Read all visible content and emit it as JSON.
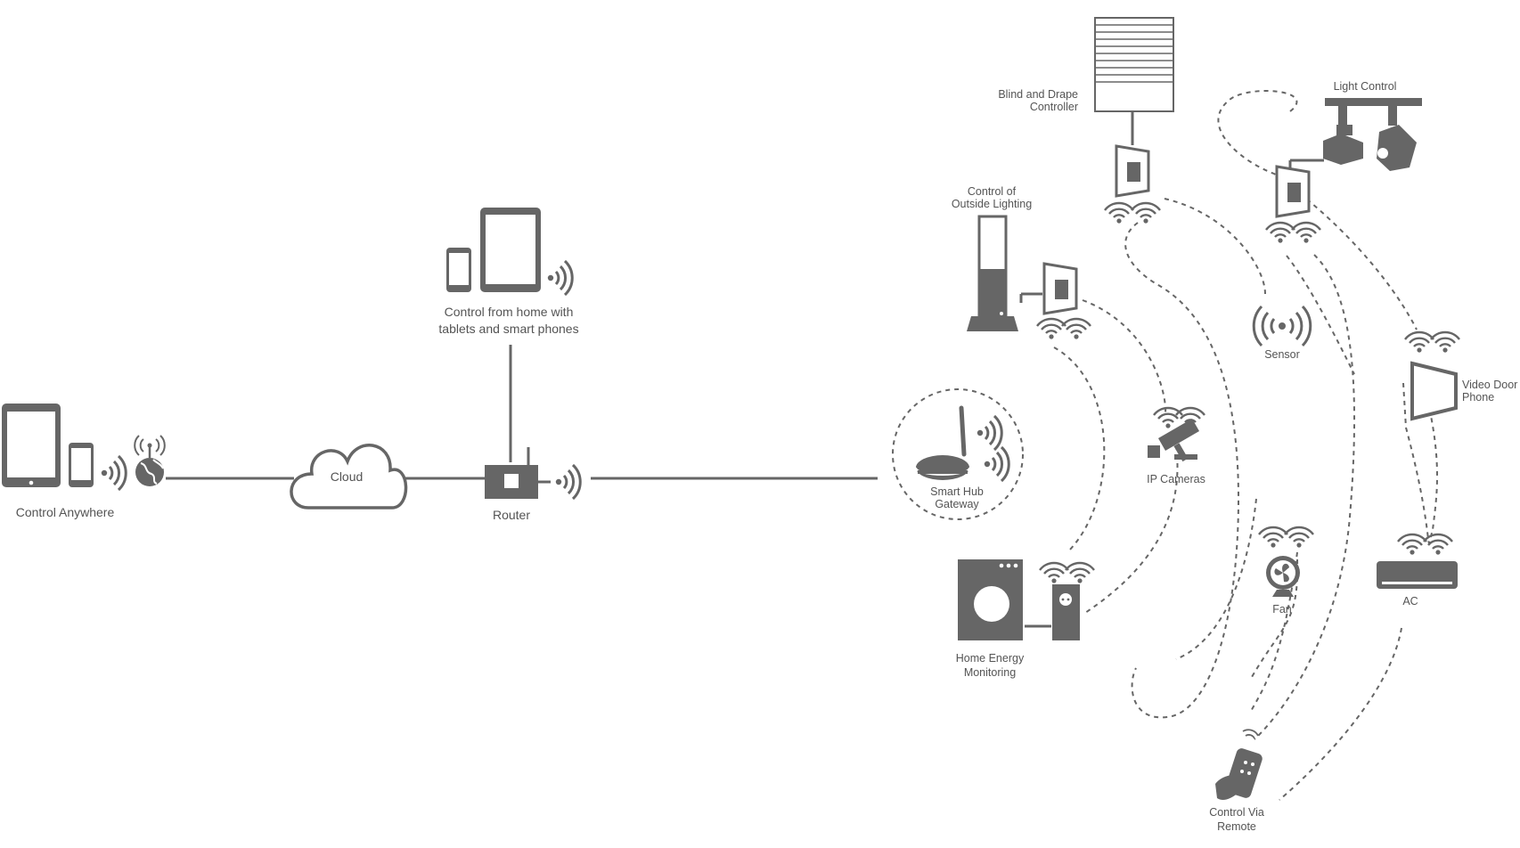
{
  "colors": {
    "ink": "#666666",
    "text": "#545454",
    "background": "#ffffff"
  },
  "labels": {
    "control_anywhere": "Control Anywhere",
    "cloud": "Cloud",
    "router": "Router",
    "home_control": [
      "Control from home with",
      "tablets and smart phones"
    ],
    "smart_hub": [
      "Smart Hub",
      "Gateway"
    ],
    "outside_lighting": [
      "Control of",
      "Outside Lighting"
    ],
    "blind_drape": [
      "Blind and Drape",
      "Controller"
    ],
    "light_control": "Light Control",
    "ip_cameras": "IP Cameras",
    "sensor": "Sensor",
    "video_door": [
      "Video Door",
      "Phone"
    ],
    "home_energy": [
      "Home Energy",
      "Monitoring"
    ],
    "fan": "Fan",
    "ac": "AC",
    "remote": [
      "Control Via",
      "Remote"
    ]
  },
  "icons": [
    "tablet-icon",
    "smartphone-icon",
    "wifi-signal-icon",
    "globe-icon",
    "cloud-icon",
    "router-icon",
    "smart-hub-icon",
    "outdoor-lamp-icon",
    "wall-switch-icon",
    "window-blind-icon",
    "spotlight-icon",
    "security-camera-icon",
    "motion-sensor-icon",
    "video-door-phone-icon",
    "washing-machine-icon",
    "smart-plug-icon",
    "fan-icon",
    "air-conditioner-icon",
    "remote-control-icon"
  ]
}
